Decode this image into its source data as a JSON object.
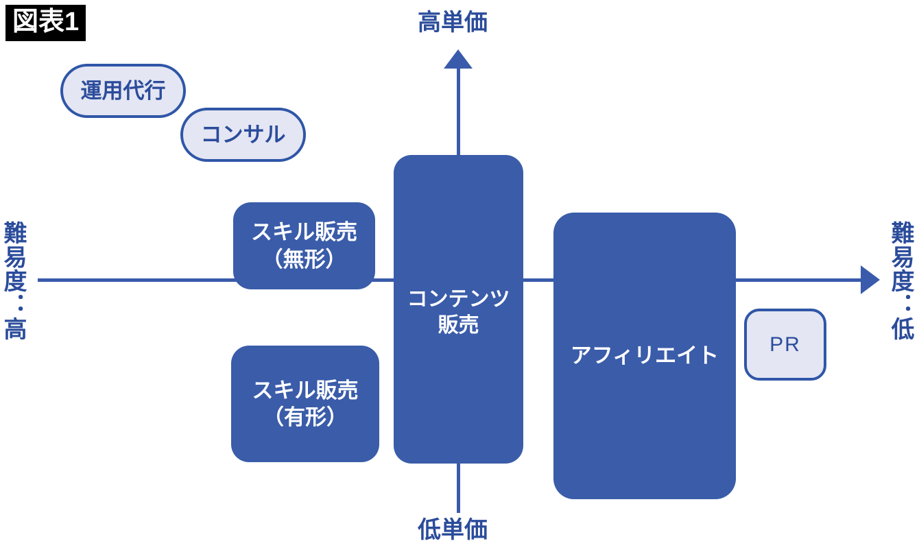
{
  "figure": {
    "badge_label": "図表1"
  },
  "axes": {
    "vertical": {
      "top_label": "高単価",
      "bottom_label": "低単価",
      "arrow": "arrow-up-icon"
    },
    "horizontal": {
      "left_label": "難易度：高",
      "right_label": "難易度：低",
      "arrow": "arrow-right-icon"
    }
  },
  "nodes": {
    "unyou_daiko": {
      "label": "運用代行",
      "style": "light"
    },
    "consul": {
      "label": "コンサル",
      "style": "light"
    },
    "skill_mukei": {
      "label": "スキル販売\n（無形）",
      "style": "solid"
    },
    "skill_yukei": {
      "label": "スキル販売\n（有形）",
      "style": "solid"
    },
    "contents": {
      "label": "コンテンツ\n販売",
      "style": "solid"
    },
    "affiliate": {
      "label": "アフィリエイト",
      "style": "solid"
    },
    "pr": {
      "label": "PR",
      "style": "light"
    }
  },
  "colors": {
    "solid_fill": "#3a5ca9",
    "light_fill": "#e4e6f3",
    "border": "#2f56a7",
    "axis": "#3a5bab",
    "label_text": "#2b4c9b",
    "badge_bg": "#000000",
    "badge_text": "#ffffff"
  },
  "chart_data": {
    "type": "scatter",
    "title": "図表1",
    "xlabel": "難易度",
    "ylabel": "単価",
    "x_axis": {
      "left_label": "難易度：高",
      "right_label": "難易度：低"
    },
    "y_axis": {
      "top_label": "高単価",
      "bottom_label": "低単価"
    },
    "grid": false,
    "legend": "none",
    "items": [
      {
        "label": "運用代行",
        "difficulty": "高",
        "price": "高単価",
        "style": "light"
      },
      {
        "label": "コンサル",
        "difficulty": "高",
        "price": "高単価",
        "style": "light"
      },
      {
        "label": "スキル販売（無形）",
        "difficulty": "やや高",
        "price": "中",
        "style": "solid"
      },
      {
        "label": "スキル販売（有形）",
        "difficulty": "やや高",
        "price": "低単価",
        "style": "solid"
      },
      {
        "label": "コンテンツ販売",
        "difficulty": "中",
        "price": "高単価〜低単価",
        "style": "solid"
      },
      {
        "label": "アフィリエイト",
        "difficulty": "低",
        "price": "高単価〜低単価",
        "style": "solid"
      },
      {
        "label": "PR",
        "difficulty": "低",
        "price": "低",
        "style": "light"
      }
    ]
  }
}
